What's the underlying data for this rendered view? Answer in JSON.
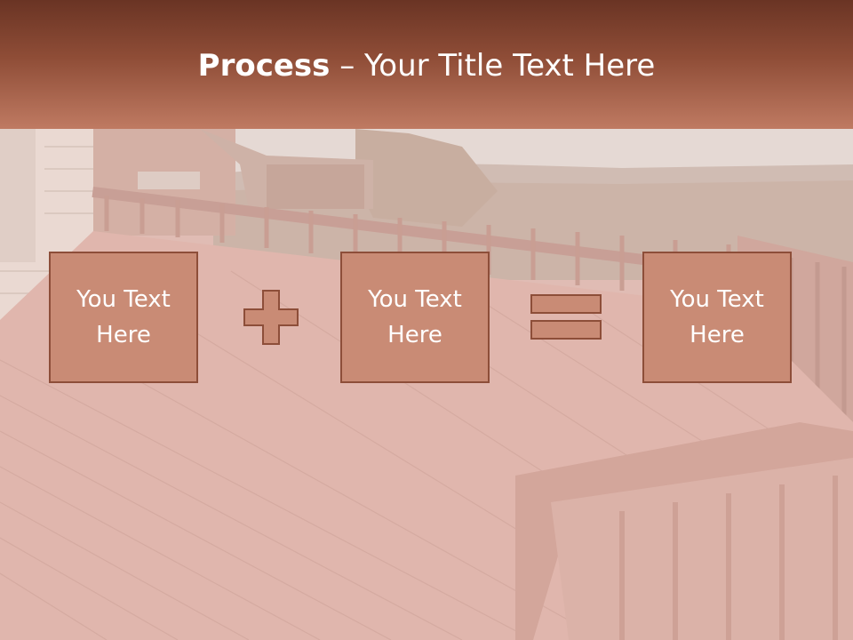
{
  "slide": {
    "title_bold": "Process",
    "title_dash": " – ",
    "title_rest": "Your Title Text Here"
  },
  "process": {
    "box1": "You Text Here",
    "box2": "You Text Here",
    "box3": "You Text Here",
    "operator1": "plus",
    "operator2": "equals"
  },
  "colors": {
    "header_top": "#6a3424",
    "header_bottom": "#bf7a62",
    "box_fill": "#c98b75",
    "box_border": "#8d4e39"
  }
}
